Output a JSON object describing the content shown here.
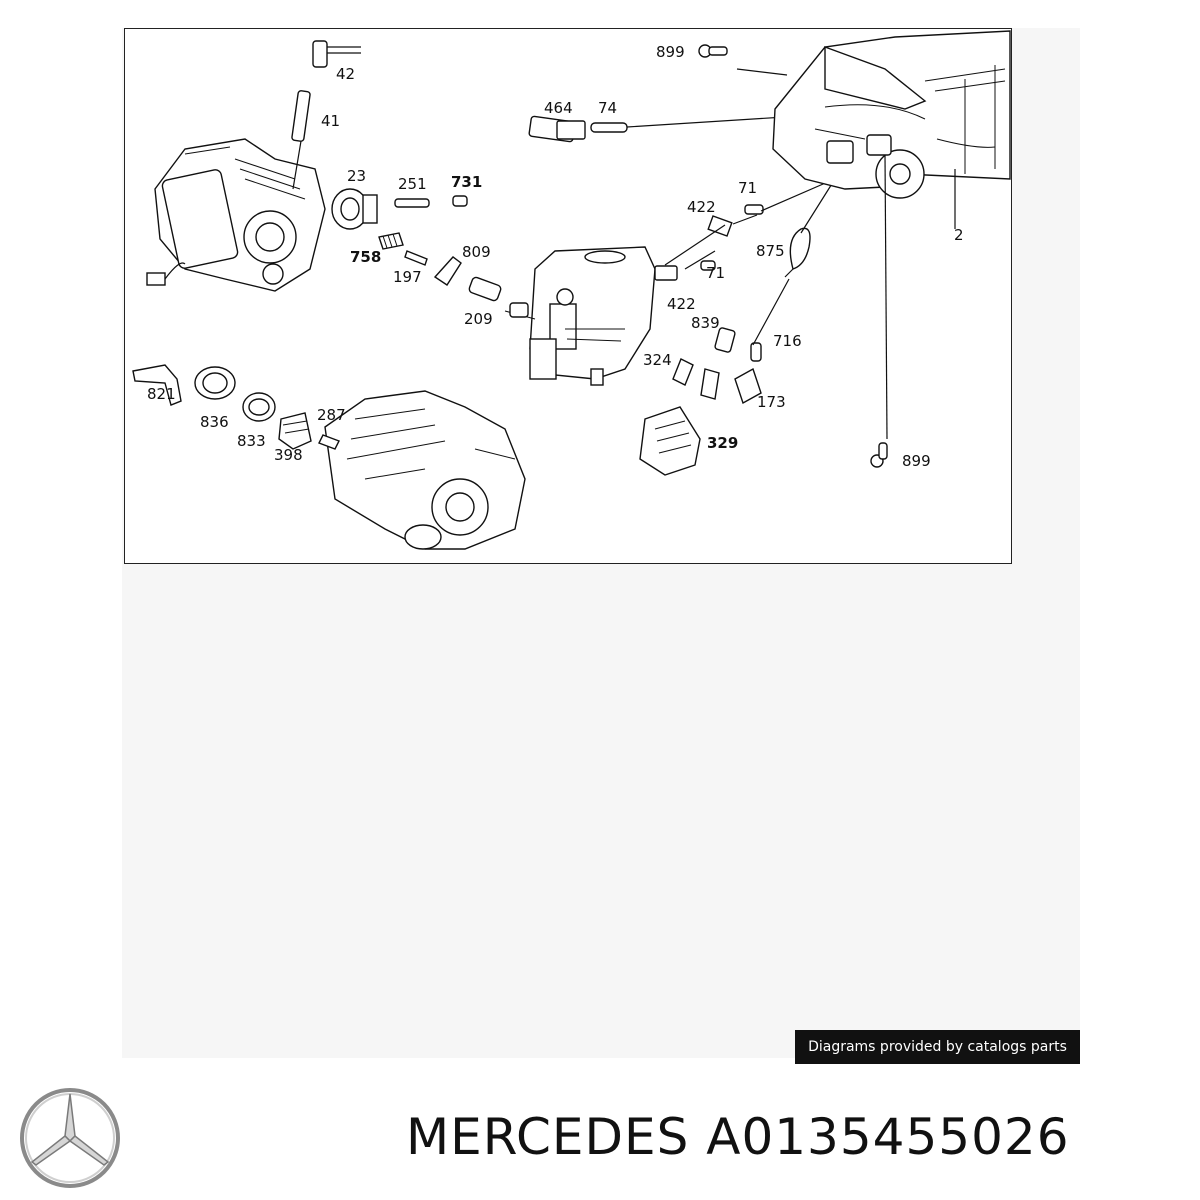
{
  "diagram": {
    "callouts": [
      {
        "id": "c42",
        "text": "42",
        "bold": false
      },
      {
        "id": "c41",
        "text": "41",
        "bold": false
      },
      {
        "id": "c899a",
        "text": "899",
        "bold": false
      },
      {
        "id": "c464",
        "text": "464",
        "bold": false
      },
      {
        "id": "c74",
        "text": "74",
        "bold": false
      },
      {
        "id": "c23",
        "text": "23",
        "bold": false
      },
      {
        "id": "c251",
        "text": "251",
        "bold": false
      },
      {
        "id": "c731",
        "text": "731",
        "bold": true
      },
      {
        "id": "c71a",
        "text": "71",
        "bold": false
      },
      {
        "id": "c422a",
        "text": "422",
        "bold": false
      },
      {
        "id": "c2",
        "text": "2",
        "bold": false
      },
      {
        "id": "c758",
        "text": "758",
        "bold": true
      },
      {
        "id": "c809",
        "text": "809",
        "bold": false
      },
      {
        "id": "c197",
        "text": "197",
        "bold": false
      },
      {
        "id": "c875",
        "text": "875",
        "bold": false
      },
      {
        "id": "c71b",
        "text": "71",
        "bold": false
      },
      {
        "id": "c422b",
        "text": "422",
        "bold": false
      },
      {
        "id": "c209",
        "text": "209",
        "bold": false
      },
      {
        "id": "c839",
        "text": "839",
        "bold": false
      },
      {
        "id": "c716",
        "text": "716",
        "bold": false
      },
      {
        "id": "c324",
        "text": "324",
        "bold": false
      },
      {
        "id": "c821",
        "text": "821",
        "bold": false
      },
      {
        "id": "c173",
        "text": "173",
        "bold": false
      },
      {
        "id": "c836",
        "text": "836",
        "bold": false
      },
      {
        "id": "c287",
        "text": "287",
        "bold": false
      },
      {
        "id": "c833",
        "text": "833",
        "bold": false
      },
      {
        "id": "c329",
        "text": "329",
        "bold": true
      },
      {
        "id": "c398",
        "text": "398",
        "bold": false
      },
      {
        "id": "c899b",
        "text": "899",
        "bold": false
      }
    ]
  },
  "credit": {
    "text": "Diagrams provided by catalogs parts"
  },
  "footer": {
    "brand": "MERCEDES",
    "part_number": "A0135455026"
  },
  "colors": {
    "ink": "#111111",
    "sheet": "#f6f6f6",
    "credit_bg": "#111111"
  }
}
